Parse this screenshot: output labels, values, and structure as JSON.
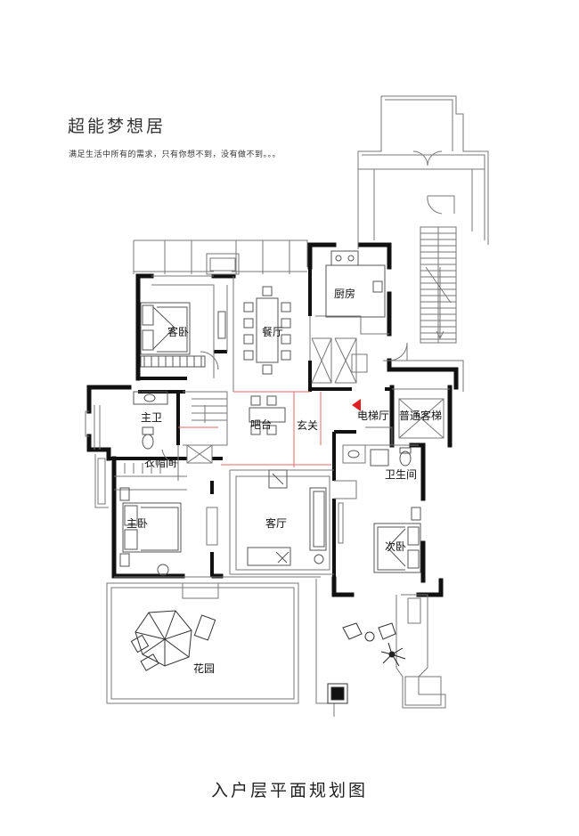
{
  "header": {
    "title": "超能梦想居",
    "subtitle": "满足生活中所有的需求，只有你想不到，没有做不到。。。"
  },
  "caption": "入户层平面规划图",
  "rooms": {
    "guest_bedroom": "客卧",
    "dining": "餐厅",
    "kitchen": "厨房",
    "master_bath": "主卫",
    "bar": "吧台",
    "foyer": "玄关",
    "elevator_hall": "电梯厅",
    "elevator": "普通客梯",
    "cloakroom": "衣帽间",
    "bathroom": "卫生间",
    "master_bedroom": "主卧",
    "living": "客厅",
    "second_bedroom": "次卧",
    "garden": "花园"
  },
  "colors": {
    "wall": "#111111",
    "line": "#777777",
    "axis": "#e06a6a",
    "entry_marker": "#e02020"
  }
}
